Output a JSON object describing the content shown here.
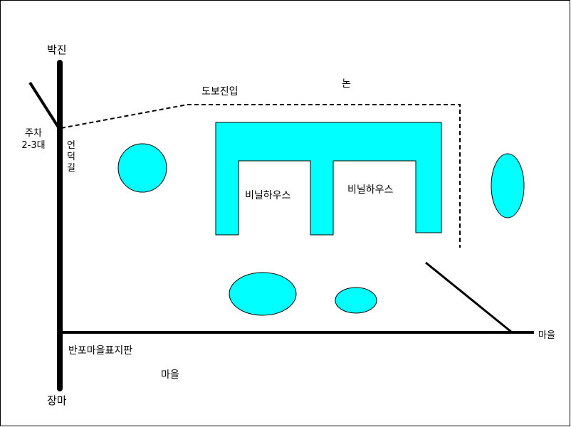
{
  "colors": {
    "road": "#000000",
    "path": "#000000",
    "feature_fill": "#00ffff",
    "feature_stroke": "#000000",
    "background": "#ffffff"
  },
  "labels": {
    "north_end": "박진",
    "south_end": "장마",
    "parking_line1": "주차",
    "parking_line2": "2-3대",
    "hill_road": "언덕길",
    "walk_entry": "도보진입",
    "rice_field": "논",
    "greenhouse_left": "비닐하우스",
    "greenhouse_right": "비닐하우스",
    "village_east": "마을",
    "sign": "반포마을표지판",
    "village_south": "마을"
  }
}
